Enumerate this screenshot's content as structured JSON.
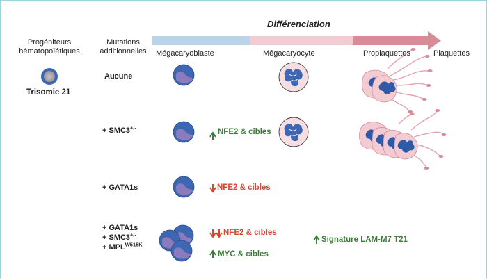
{
  "header": {
    "progenitors": "Progéniteurs\nhématopoïétiques",
    "mutations": "Mutations\nadditionnelles",
    "differentiation": "Différenciation",
    "stages": [
      "Mégacaryoblaste",
      "Mégacaryocyte",
      "Proplaquettes",
      "Plaquettes"
    ]
  },
  "trisomy_label": "Trisomie 21",
  "rows": [
    {
      "mutation": "Aucune"
    },
    {
      "mutation_prefix": "+ SMC3",
      "mutation_sup": "+/-",
      "effect": "NFE2 & cibles",
      "effect_dir": "up"
    },
    {
      "mutation": "+ GATA1s",
      "effect": "NFE2 & cibles",
      "effect_dir": "down"
    },
    {
      "mutation_lines": [
        "+ GATA1s",
        "+ SMC3",
        "+ MPL"
      ],
      "mutation_sups": [
        "",
        "+/-",
        "W515K"
      ],
      "effects": [
        {
          "text": "NFE2 & cibles",
          "dir": "down-down"
        },
        {
          "text": "MYC & cibles",
          "dir": "up"
        }
      ],
      "signature": "Signature LAM-M7 T21"
    }
  ],
  "colors": {
    "arrow_blue": "#b9d4ea",
    "arrow_pink": "#f2cbd3",
    "arrow_red": "#d98c98",
    "cell_blue": "#3d66b3",
    "nucleus_lilac": "#8c7bbc",
    "megakaryocyte_fill": "#f5dde2",
    "up_green": "#3d7d3a",
    "down_red": "#e0442a"
  }
}
